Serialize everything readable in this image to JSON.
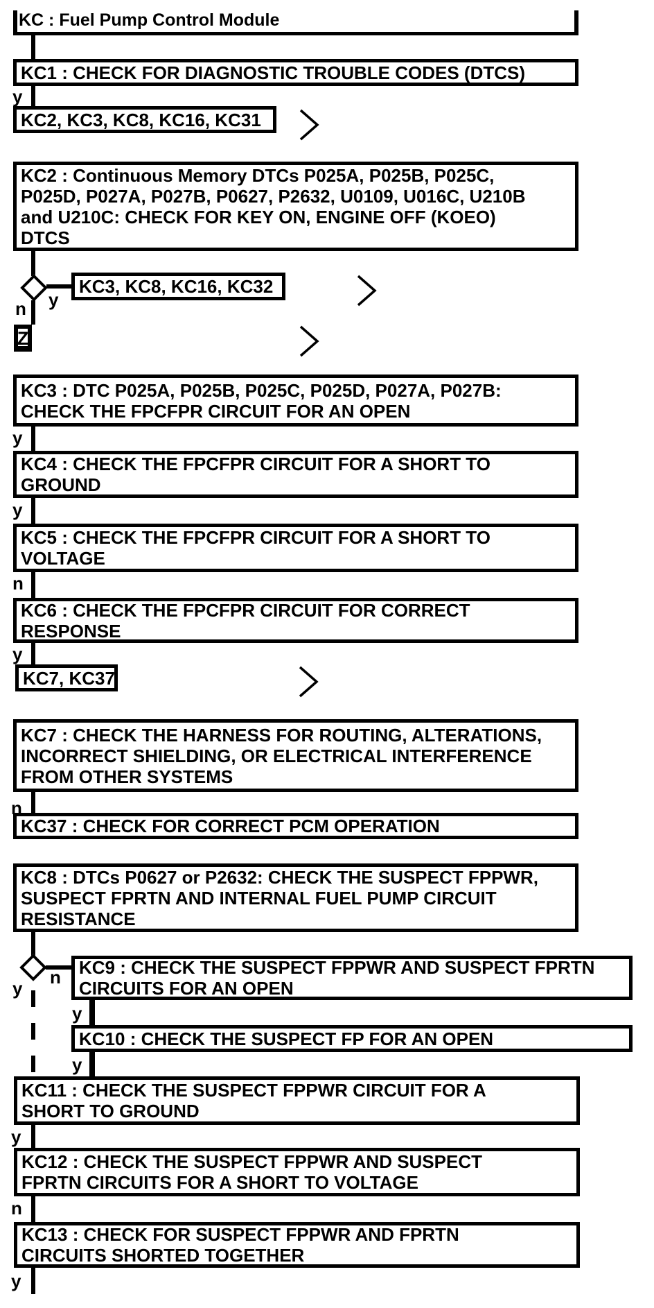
{
  "page": {
    "background": "#ffffff",
    "line_color": "#000000"
  },
  "header": {
    "title": "KC : Fuel Pump Control Module"
  },
  "icons": {
    "chevron": "continuation-chevron (flow continues off-page)"
  },
  "nodes": {
    "kc1": {
      "lines": [
        "KC1 : CHECK FOR DIAGNOSTIC TROUBLE CODES (DTCS)"
      ]
    },
    "jump_kc1": {
      "lines": [
        "KC2, KC3, KC8, KC16, KC31"
      ]
    },
    "kc2": {
      "lines": [
        "KC2 : Continuous Memory DTCs P025A, P025B, P025C,",
        "P025D, P027A, P027B, P0627, P2632, U0109, U016C, U210B",
        "and U210C: CHECK FOR KEY ON, ENGINE OFF (KOEO)",
        "DTCS"
      ]
    },
    "jump_kc2": {
      "lines": [
        "KC3, KC8, KC16, KC32"
      ]
    },
    "conn_z": {
      "lines": [
        "Z"
      ]
    },
    "kc3": {
      "lines": [
        "KC3 : DTC P025A, P025B, P025C, P025D, P027A, P027B:",
        "CHECK THE FPCFPR CIRCUIT FOR AN OPEN"
      ]
    },
    "kc4": {
      "lines": [
        "KC4 : CHECK THE FPCFPR CIRCUIT FOR A SHORT TO",
        "GROUND"
      ]
    },
    "kc5": {
      "lines": [
        "KC5 : CHECK THE FPCFPR CIRCUIT FOR A SHORT TO",
        "VOLTAGE"
      ]
    },
    "kc6": {
      "lines": [
        "KC6 : CHECK THE FPCFPR CIRCUIT FOR CORRECT",
        "RESPONSE"
      ]
    },
    "jump_kc6": {
      "lines": [
        "KC7, KC37"
      ]
    },
    "kc7": {
      "lines": [
        "KC7 : CHECK THE HARNESS FOR ROUTING, ALTERATIONS,",
        "INCORRECT SHIELDING, OR ELECTRICAL INTERFERENCE",
        "FROM OTHER SYSTEMS"
      ]
    },
    "kc37": {
      "lines": [
        "KC37 : CHECK FOR CORRECT PCM OPERATION"
      ]
    },
    "kc8": {
      "lines": [
        "KC8 : DTCs P0627 or P2632: CHECK THE SUSPECT FPPWR,",
        "SUSPECT FPRTN AND INTERNAL FUEL PUMP CIRCUIT",
        "RESISTANCE"
      ]
    },
    "kc9": {
      "lines": [
        "KC9 : CHECK THE SUSPECT FPPWR AND SUSPECT FPRTN",
        "CIRCUITS FOR AN OPEN"
      ]
    },
    "kc10": {
      "lines": [
        "KC10 : CHECK THE SUSPECT FP FOR AN OPEN"
      ]
    },
    "kc11": {
      "lines": [
        "KC11 : CHECK THE SUSPECT FPPWR CIRCUIT FOR A",
        "SHORT TO GROUND"
      ]
    },
    "kc12": {
      "lines": [
        "KC12 : CHECK THE SUSPECT FPPWR AND SUSPECT",
        "FPRTN CIRCUITS FOR A SHORT TO VOLTAGE"
      ]
    },
    "kc13": {
      "lines": [
        "KC13 : CHECK FOR SUSPECT FPPWR AND FPRTN",
        "CIRCUITS SHORTED TOGETHER"
      ]
    }
  },
  "edge_labels": {
    "after_kc1": "y",
    "d1_yes": "y",
    "d1_no": "n",
    "after_kc3": "y",
    "after_kc4": "y",
    "after_kc5": "n",
    "after_kc6": "y",
    "after_kc7": "n",
    "d2_no": "n",
    "d2_yes": "y",
    "after_kc9": "y",
    "after_kc10": "y",
    "after_kc11": "y",
    "after_kc12": "n",
    "after_kc13": "y"
  }
}
